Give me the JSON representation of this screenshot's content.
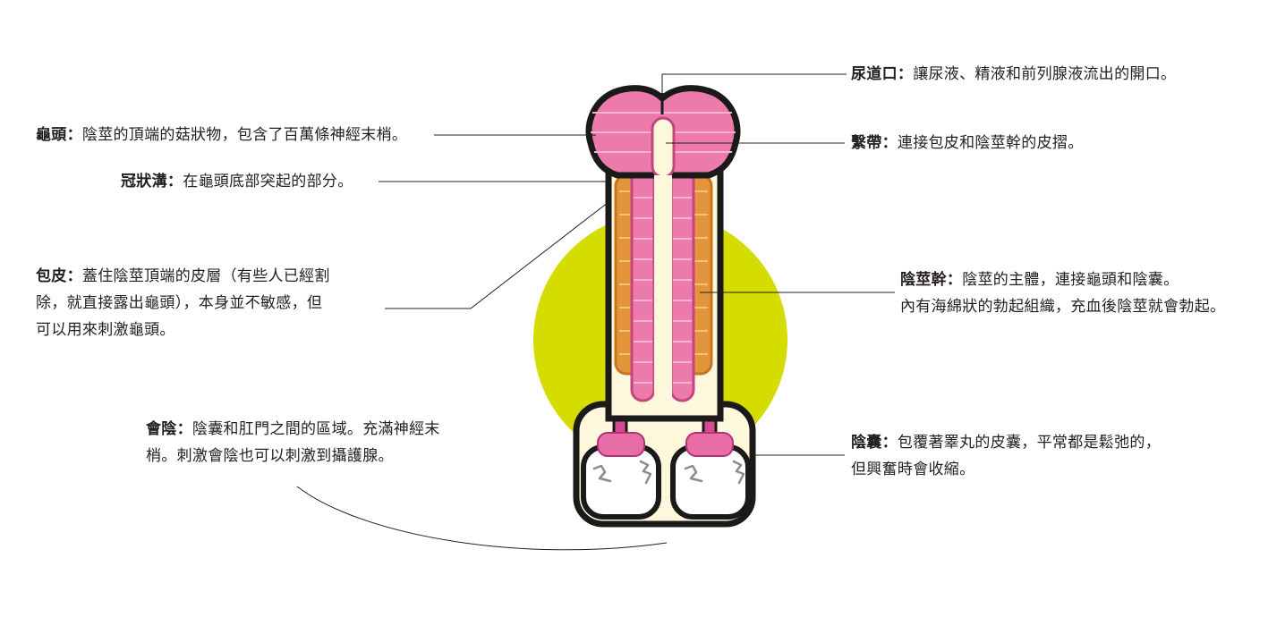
{
  "colors": {
    "circle": "#d4dc00",
    "glans_pink": "#ec7aaa",
    "stripe_light": "#f5b3cf",
    "outline": "#1a1a1a",
    "foreskin_orange": "#e3953c",
    "skin_cream": "#fdf8dc",
    "lead_line": "#231f20"
  },
  "labels": {
    "meatus": {
      "term": "尿道口：",
      "desc": [
        "讓尿液、精液和前列腺液流出的開口。"
      ]
    },
    "glans": {
      "term": "龜頭：",
      "desc": [
        "陰莖的頂端的菇狀物，包含了百萬條神經末梢。"
      ]
    },
    "frenulum": {
      "term": "繫帶：",
      "desc": [
        "連接包皮和陰莖幹的皮摺。"
      ]
    },
    "corona": {
      "term": "冠狀溝：",
      "desc": [
        "在龜頭底部突起的部分。"
      ]
    },
    "foreskin": {
      "term": "包皮：",
      "desc": [
        "蓋住陰莖頂端的皮層（有些人已經割",
        "除，就直接露出龜頭），本身並不敏感，但",
        "可以用來刺激龜頭。"
      ]
    },
    "shaft": {
      "term": "陰莖幹：",
      "desc": [
        "陰莖的主體，連接龜頭和陰囊。",
        "內有海綿狀的勃起組織，充血後陰莖就會勃起。"
      ]
    },
    "perineum": {
      "term": "會陰：",
      "desc": [
        "陰囊和肛門之間的區域。充滿神經末",
        "梢。刺激會陰也可以刺激到攝護腺。"
      ]
    },
    "scrotum": {
      "term": "陰囊：",
      "desc": [
        "包覆著睪丸的皮囊，平常都是鬆弛的，",
        "但興奮時會收縮。"
      ]
    }
  }
}
